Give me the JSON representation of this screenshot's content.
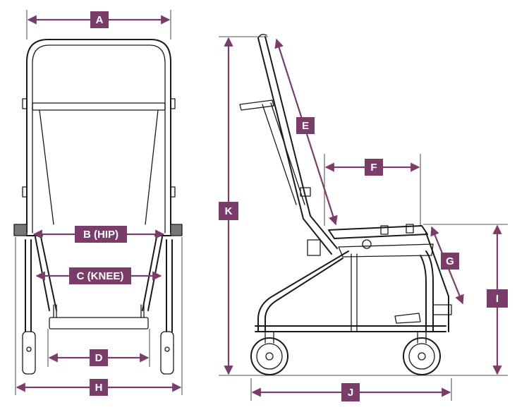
{
  "colors": {
    "dimension": "#7a3d6a",
    "line": "#1a1a1a",
    "background": "#ffffff"
  },
  "labels": {
    "A": "A",
    "B": "B (HIP)",
    "C": "C (KNEE)",
    "D": "D",
    "H": "H",
    "E": "E",
    "F": "F",
    "G": "G",
    "K": "K",
    "I": "I",
    "J": "J"
  }
}
